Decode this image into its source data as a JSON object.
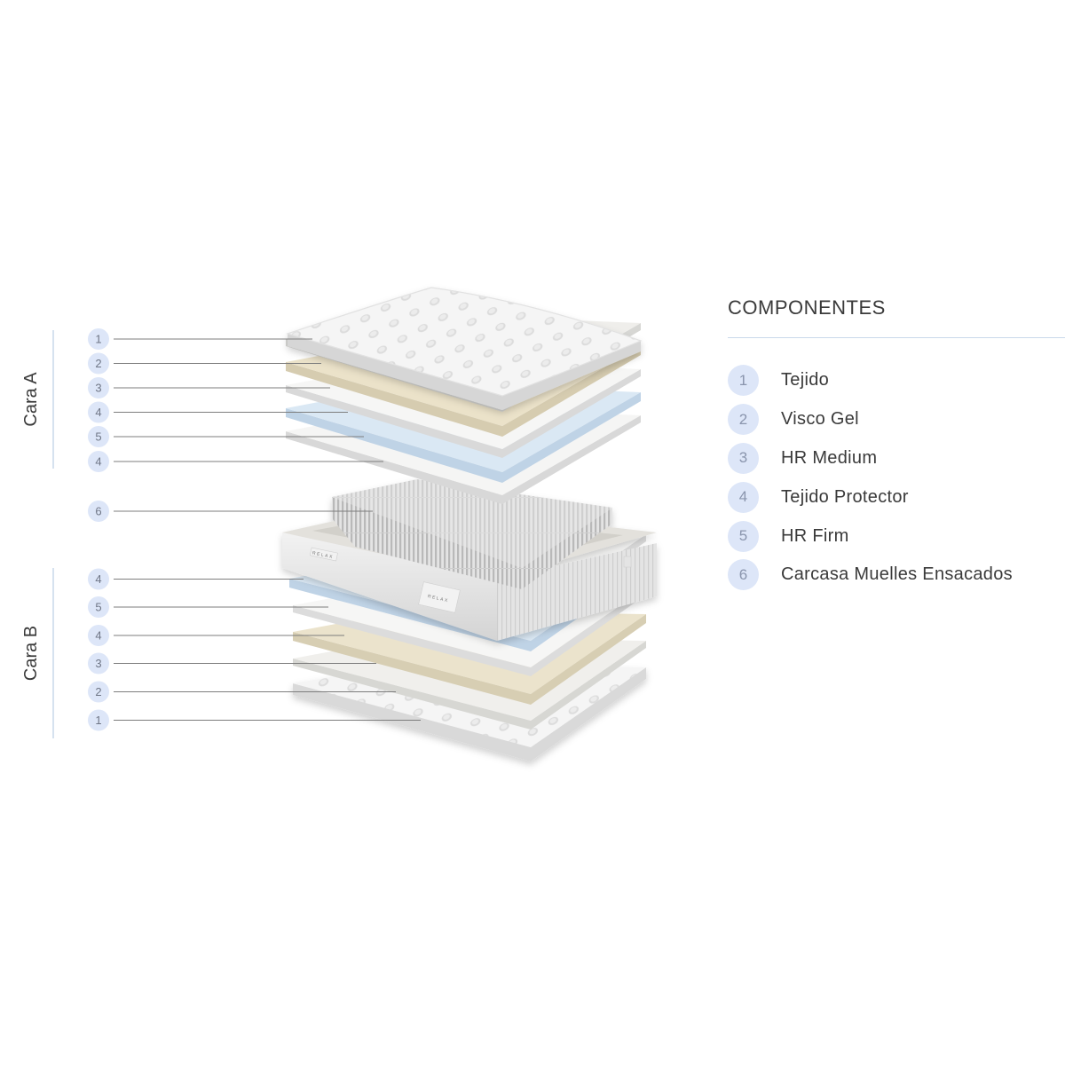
{
  "legend": {
    "title": "COMPONENTES",
    "items": [
      {
        "num": "1",
        "label": "Tejido"
      },
      {
        "num": "2",
        "label": "Visco Gel"
      },
      {
        "num": "3",
        "label": "HR Medium"
      },
      {
        "num": "4",
        "label": "Tejido Protector"
      },
      {
        "num": "5",
        "label": "HR Firm"
      },
      {
        "num": "6",
        "label": "Carcasa Muelles Ensacados"
      }
    ]
  },
  "sides": {
    "a": "Cara A",
    "b": "Cara B"
  },
  "callouts": {
    "a": [
      "1",
      "2",
      "3",
      "4",
      "5",
      "4"
    ],
    "core": "6",
    "b": [
      "4",
      "5",
      "4",
      "3",
      "2",
      "1"
    ]
  },
  "brand": "RELAX",
  "colors": {
    "badge_fill": "#dde6f8",
    "badge_text": "#8a95ad",
    "rule": "#c9d9ea",
    "layer_white": "#f6f6f5",
    "layer_visco": "#ecebe6",
    "layer_medium": "#e9e1c9",
    "layer_firm": "#d9e8f4"
  }
}
